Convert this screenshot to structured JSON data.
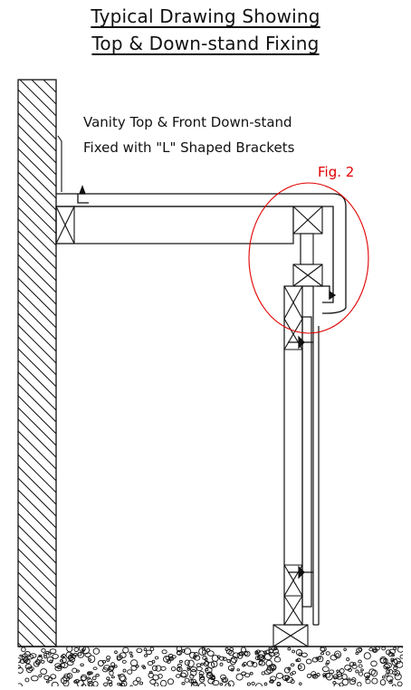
{
  "title": {
    "line1": "Typical Drawing Showing",
    "line2": "Top & Down-stand Fixing"
  },
  "annotation": {
    "line1": "Vanity Top & Front Down-stand",
    "line2": "Fixed with \"L\" Shaped Brackets"
  },
  "figure_label": "Fig. 2",
  "colors": {
    "line": "#111111",
    "highlight": "#e00000",
    "background": "#ffffff"
  }
}
